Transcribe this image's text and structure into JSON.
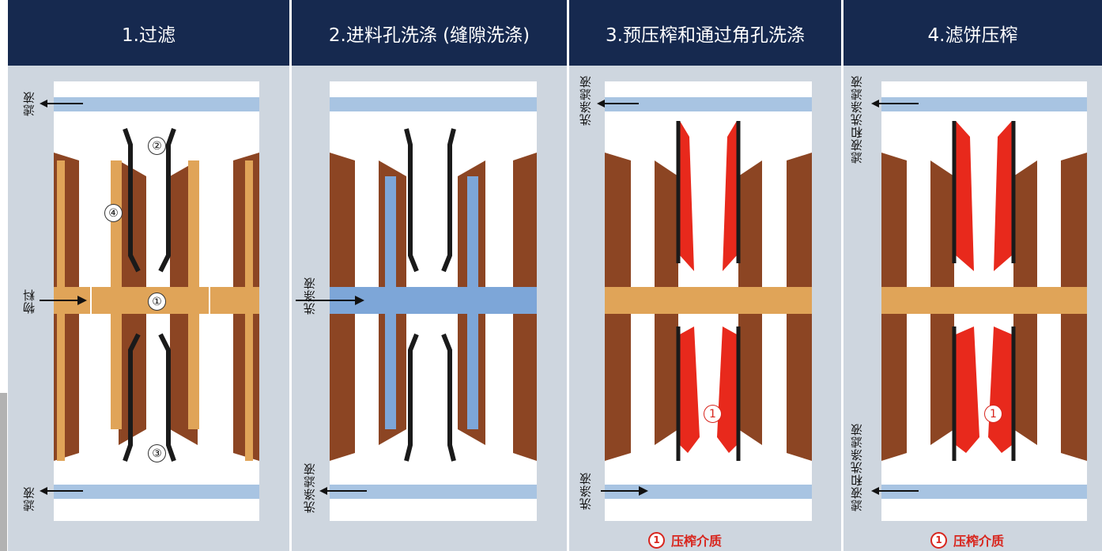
{
  "panels": [
    {
      "title": "1.过滤",
      "labels": {
        "top": "滤液",
        "middle": "物料",
        "bottom": "滤液"
      },
      "markers": [
        "②",
        "④",
        "①",
        "③"
      ]
    },
    {
      "title": "2.进料孔洗涤 (缝隙洗涤)",
      "labels": {
        "middle": "洗涤液",
        "bottom": "洗涤滤液"
      }
    },
    {
      "title": "3.预压榨和通过角孔洗涤",
      "labels": {
        "top": "洗涤滤液",
        "bottom": "洗涤液"
      },
      "marker": "1",
      "legend": {
        "num": "1",
        "text": "压榨介质"
      }
    },
    {
      "title": "4.滤饼压榨",
      "labels": {
        "top": "滤液和洗涤滤液",
        "bottom": "滤液和洗涤滤液"
      },
      "marker": "1",
      "legend": {
        "num": "1",
        "text": "压榨介质"
      }
    }
  ],
  "colors": {
    "header_bg": "#16294f",
    "panel_bg": "#ced6df",
    "channel": "#a8c4e2",
    "cake": "#8c4523",
    "slurry": "#e0a458",
    "press_medium": "#e8291c",
    "membrane": "#1a1a1a"
  }
}
